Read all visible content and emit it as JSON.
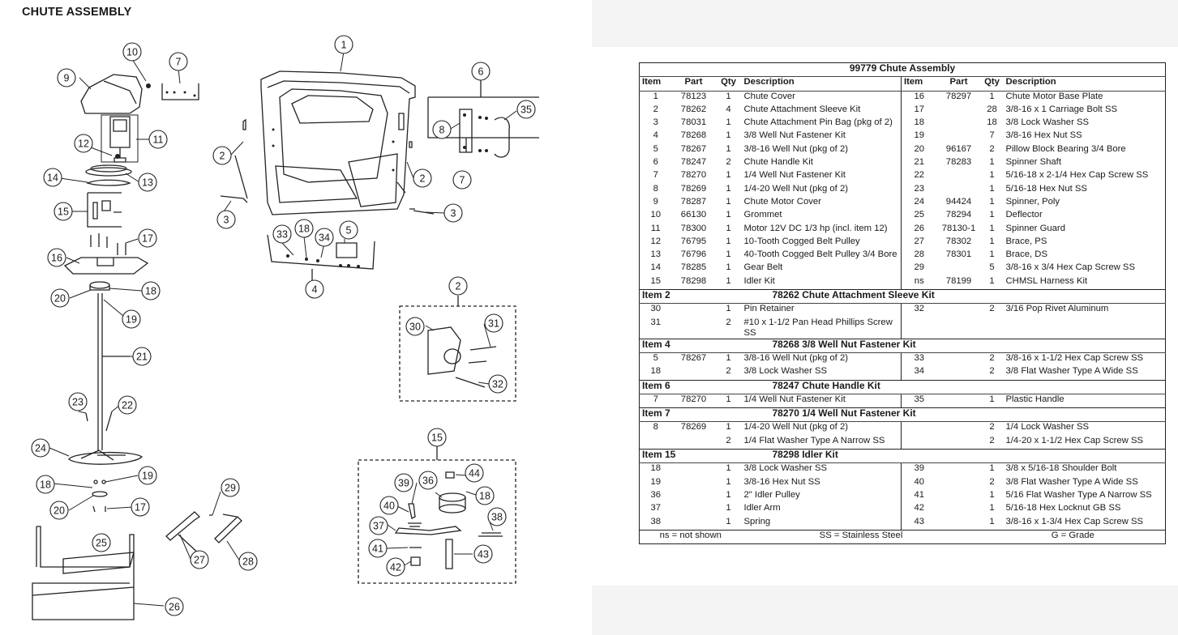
{
  "page": {
    "title": "CHUTE ASSEMBLY"
  },
  "diagram": {
    "callouts": [
      "1",
      "2",
      "2",
      "2",
      "3",
      "3",
      "4",
      "5",
      "6",
      "7",
      "7",
      "8",
      "9",
      "10",
      "11",
      "12",
      "13",
      "14",
      "15",
      "15",
      "16",
      "17",
      "17",
      "18",
      "18",
      "18",
      "18",
      "19",
      "19",
      "20",
      "20",
      "21",
      "22",
      "23",
      "24",
      "25",
      "26",
      "27",
      "28",
      "29",
      "30",
      "31",
      "32",
      "33",
      "34",
      "35",
      "36",
      "37",
      "38",
      "39",
      "40",
      "41",
      "42",
      "43",
      "44"
    ]
  },
  "table": {
    "title": "99779  Chute Assembly",
    "headers": [
      "Item",
      "Part",
      "Qty",
      "Description",
      "Item",
      "Part",
      "Qty",
      "Description"
    ],
    "main_rows": [
      [
        "1",
        "78123",
        "1",
        "Chute Cover",
        "16",
        "78297",
        "1",
        "Chute Motor Base Plate"
      ],
      [
        "2",
        "78262",
        "4",
        "Chute Attachment Sleeve Kit",
        "17",
        "",
        "28",
        "3/8-16 x 1 Carriage Bolt SS"
      ],
      [
        "3",
        "78031",
        "1",
        "Chute Attachment Pin Bag (pkg of 2)",
        "18",
        "",
        "18",
        "3/8 Lock Washer SS"
      ],
      [
        "4",
        "78268",
        "1",
        "3/8 Well Nut Fastener Kit",
        "19",
        "",
        "7",
        "3/8-16 Hex Nut SS"
      ],
      [
        "5",
        "78267",
        "1",
        "3/8-16 Well Nut (pkg of 2)",
        "20",
        "96167",
        "2",
        "Pillow Block Bearing 3/4 Bore"
      ],
      [
        "6",
        "78247",
        "2",
        "Chute Handle Kit",
        "21",
        "78283",
        "1",
        "Spinner Shaft"
      ],
      [
        "7",
        "78270",
        "1",
        "1/4 Well Nut Fastener Kit",
        "22",
        "",
        "1",
        "5/16-18 x 2-1/4 Hex Cap Screw SS"
      ],
      [
        "8",
        "78269",
        "1",
        "1/4-20 Well Nut (pkg of 2)",
        "23",
        "",
        "1",
        "5/16-18 Hex Nut SS"
      ],
      [
        "9",
        "78287",
        "1",
        "Chute Motor Cover",
        "24",
        "94424",
        "1",
        "Spinner, Poly"
      ],
      [
        "10",
        "66130",
        "1",
        "Grommet",
        "25",
        "78294",
        "1",
        "Deflector"
      ],
      [
        "11",
        "78300",
        "1",
        "Motor 12V DC 1/3 hp (incl. item 12)",
        "26",
        "78130-1",
        "1",
        "Spinner Guard"
      ],
      [
        "12",
        "76795",
        "1",
        "10-Tooth Cogged Belt Pulley",
        "27",
        "78302",
        "1",
        "Brace, PS"
      ],
      [
        "13",
        "76796",
        "1",
        "40-Tooth Cogged Belt Pulley 3/4 Bore",
        "28",
        "78301",
        "1",
        "Brace, DS"
      ],
      [
        "14",
        "78285",
        "1",
        "Gear Belt",
        "29",
        "",
        "5",
        "3/8-16 x 3/4 Hex Cap Screw SS"
      ],
      [
        "15",
        "78298",
        "1",
        "Idler Kit",
        "ns",
        "78199",
        "1",
        "CHMSL Harness Kit"
      ]
    ],
    "sections": [
      {
        "item": "Item 2",
        "title": "78262  Chute Attachment Sleeve Kit",
        "rows": [
          [
            "30",
            "",
            "1",
            "Pin Retainer",
            "32",
            "",
            "2",
            "3/16 Pop Rivet Aluminum"
          ],
          [
            "31",
            "",
            "2",
            "#10 x 1-1/2 Pan Head Phillips Screw SS",
            "",
            "",
            "",
            ""
          ]
        ]
      },
      {
        "item": "Item 4",
        "title": "78268  3/8 Well Nut Fastener Kit",
        "rows": [
          [
            "5",
            "78267",
            "1",
            "3/8-16 Well Nut (pkg of 2)",
            "33",
            "",
            "2",
            "3/8-16 x 1-1/2 Hex Cap Screw SS"
          ],
          [
            "18",
            "",
            "2",
            "3/8 Lock Washer SS",
            "34",
            "",
            "2",
            "3/8 Flat Washer Type A Wide SS"
          ]
        ]
      },
      {
        "item": "Item 6",
        "title": "78247  Chute Handle Kit",
        "rows": [
          [
            "7",
            "78270",
            "1",
            "1/4 Well Nut Fastener Kit",
            "35",
            "",
            "1",
            "Plastic Handle"
          ]
        ]
      },
      {
        "item": "Item 7",
        "title": "78270  1/4 Well Nut Fastener Kit",
        "rows": [
          [
            "8",
            "78269",
            "1",
            "1/4-20 Well Nut (pkg of 2)",
            "",
            "",
            "2",
            "1/4 Lock Washer SS"
          ],
          [
            "",
            "",
            "2",
            "1/4 Flat Washer Type A Narrow SS",
            "",
            "",
            "2",
            "1/4-20 x 1-1/2 Hex Cap Screw SS"
          ]
        ]
      },
      {
        "item": "Item 15",
        "title": "78298  Idler Kit",
        "rows": [
          [
            "18",
            "",
            "1",
            "3/8 Lock Washer SS",
            "39",
            "",
            "1",
            "3/8 x 5/16-18 Shoulder Bolt"
          ],
          [
            "19",
            "",
            "1",
            "3/8-16 Hex Nut SS",
            "40",
            "",
            "2",
            "3/8 Flat Washer Type A Wide SS"
          ],
          [
            "36",
            "",
            "1",
            "2\" Idler Pulley",
            "41",
            "",
            "1",
            "5/16 Flat Washer Type A Narrow SS"
          ],
          [
            "37",
            "",
            "1",
            "Idler Arm",
            "42",
            "",
            "1",
            "5/16-18 Hex Locknut GB SS"
          ],
          [
            "38",
            "",
            "1",
            "Spring",
            "43",
            "",
            "1",
            "3/8-16 x 1-3/4 Hex Cap Screw SS"
          ]
        ]
      }
    ],
    "footer": [
      "ns = not shown",
      "SS = Stainless Steel",
      "G = Grade"
    ]
  }
}
